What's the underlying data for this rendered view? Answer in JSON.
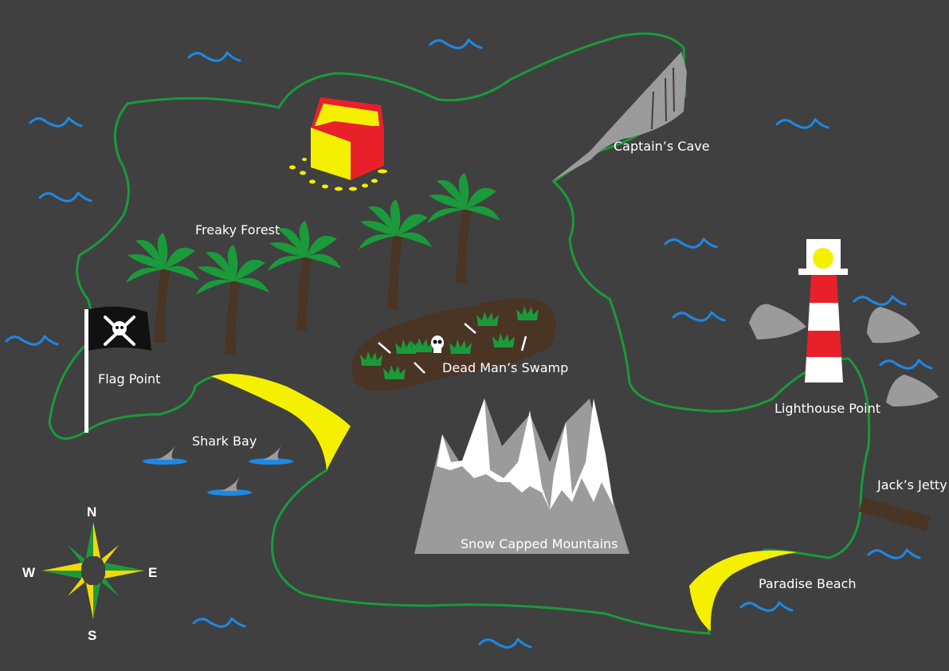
{
  "map": {
    "labels": {
      "freaky_forest": "Freaky Forest",
      "captains_cave": "Captain’s Cave",
      "flag_point": "Flag Point",
      "dead_mans_swamp": "Dead Man’s Swamp",
      "shark_bay": "Shark Bay",
      "lighthouse_point": "Lighthouse Point",
      "jacks_jetty": "Jack’s Jetty",
      "snow_capped_mountains": "Snow Capped Mountains",
      "paradise_beach": "Paradise Beach"
    },
    "compass": {
      "north": "N",
      "south": "S",
      "east": "E",
      "west": "W"
    },
    "colors": {
      "sea": "#404041",
      "coastline": "#1a9a3a",
      "wave": "#1e88e5",
      "sand": "#f5f000",
      "rock": "#9b9b9b",
      "palm_leaf": "#1a9a3a",
      "palm_trunk": "#4a3424",
      "swamp": "#4a3424",
      "chest_red": "#e8202a",
      "chest_yellow": "#f5f000",
      "lighthouse_red": "#e8202a"
    }
  }
}
